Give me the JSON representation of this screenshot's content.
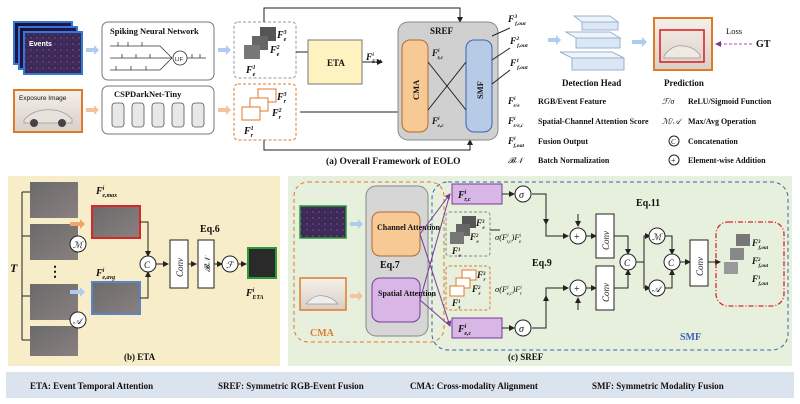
{
  "top": {
    "events_label": "Events",
    "exposure_label": "Exposure Image",
    "snn_title": "Spiking Neural Network",
    "snn_node": "LIF",
    "csp_title": "CSPDarkNet-Tiny",
    "eta_box": "ETA",
    "sref_title": "SREF",
    "cma_box": "CMA",
    "smf_box": "SMF",
    "f_e3": "F",
    "f_e3_sup": "3",
    "f_e3_sub": "e",
    "f_e2": "F",
    "f_e2_sup": "2",
    "f_e2_sub": "e",
    "f_e1": "F",
    "f_e1_sup": "1",
    "f_e1_sub": "e",
    "f_r3": "F",
    "f_r3_sup": "3",
    "f_r3_sub": "r",
    "f_r2": "F",
    "f_r2_sup": "2",
    "f_r2_sub": "r",
    "f_r1": "F",
    "f_r1_sup": "1",
    "f_r1_sub": "r",
    "f_eta": "F",
    "f_eta_sup": "i",
    "f_eta_sub": "ETA",
    "f_rc": "F",
    "f_rc_sup": "i",
    "f_rc_sub": "r,c",
    "f_ec": "F",
    "f_ec_sup": "i",
    "f_ec_sub": "e,c",
    "out3": "F",
    "out3_sup": "3",
    "out3_sub": "f,out",
    "out2": "F",
    "out2_sup": "2",
    "out2_sub": "f,out",
    "out1": "F",
    "out1_sup": "1",
    "out1_sub": "f,out",
    "detection_head": "Detection Head",
    "prediction": "Prediction",
    "loss": "Loss",
    "gt": "GT",
    "caption_a": "(a) Overall Framework of EOLO"
  },
  "legend": {
    "l1_sym": "F",
    "l1_sup": "i",
    "l1_sub": "r/e",
    "l1_text": "RGB/Event Feature",
    "l2_sym": "F",
    "l2_sup": "i",
    "l2_sub": "r/e,c",
    "l2_text": "Spatial-Channel Attention Score",
    "l3_sym": "F",
    "l3_sup": "i",
    "l3_sub": "f,out",
    "l3_text": "Fusion Output",
    "l4_sym": "𝓑𝒩",
    "l4_text": "Batch Normalization",
    "r1_sym": "ℱ/σ",
    "r1_text": "ReLU/Sigmoid Function",
    "r2_sym": "ℳ/𝒜",
    "r2_text": "Max/Avg Operation",
    "r3_sym": "C",
    "r3_text": "Concatenation",
    "r4_sym": "+",
    "r4_text": "Element-wise Addition"
  },
  "eta": {
    "tau": "T",
    "dots": "⋮",
    "f_max": "F",
    "f_max_sup": "i",
    "f_max_sub": "e,max",
    "f_avg": "F",
    "f_avg_sup": "i",
    "f_avg_sub": "e,avg",
    "m_sym": "ℳ",
    "a_sym": "𝒜",
    "c_sym": "C",
    "conv": "Conv",
    "bn": "𝓑𝒩",
    "relu": "ℱ",
    "eq6": "Eq.6",
    "f_eta": "F",
    "f_eta_sup": "i",
    "f_eta_sub": "ETA",
    "caption": "(b) ETA"
  },
  "sref": {
    "channel_attention": "Channel Attention",
    "spatial_attention": "Spatial Attention",
    "eq7": "Eq.7",
    "eq9": "Eq.9",
    "eq11": "Eq.11",
    "cma_label": "CMA",
    "smf_label": "SMF",
    "f_rc": "F",
    "f_rc_sup": "i",
    "f_rc_sub": "r,c",
    "f_ec": "F",
    "f_ec_sup": "i",
    "f_ec_sub": "e,c",
    "sigma": "σ",
    "e_expr": "σ(F",
    "e_expr_sup": "i",
    "e_expr_sub": "r,c",
    "e_expr_tail": ")F",
    "e_expr_tail_sup": "i",
    "e_expr_tail_sub": "e",
    "r_expr": "σ(F",
    "r_expr_sup": "i",
    "r_expr_sub": "e,c",
    "r_expr_tail": ")F",
    "r_expr_tail_sup": "i",
    "r_expr_tail_sub": "r",
    "conv": "Conv",
    "c_sym": "C",
    "m_sym": "ℳ",
    "a_sym": "𝒜",
    "fe3": "F",
    "fe3_sup": "3",
    "fe3_sub": "e",
    "fe2": "F",
    "fe2_sup": "2",
    "fe2_sub": "e",
    "fe1": "F",
    "fe1_sup": "1",
    "fe1_sub": "e",
    "fr3": "F",
    "fr3_sup": "3",
    "fr3_sub": "r",
    "fr2": "F",
    "fr2_sup": "2",
    "fr2_sub": "r",
    "fr1": "F",
    "fr1_sup": "1",
    "fr1_sub": "r",
    "o3": "F",
    "o3_sup": "3",
    "o3_sub": "f,out",
    "o2": "F",
    "o2_sup": "2",
    "o2_sub": "f,out",
    "o1": "F",
    "o1_sup": "1",
    "o1_sub": "f,out",
    "caption": "(c) SREF"
  },
  "footer": {
    "items": [
      "ETA: Event Temporal Attention",
      "SREF: Symmetric RGB-Event Fusion",
      "CMA: Cross-modality Alignment",
      "SMF: Symmetric Modality Fusion"
    ]
  },
  "colors": {
    "eta_bg": "#f7edc8",
    "sref_bg": "#e6f0dc",
    "footer_bg": "#dbe3ef",
    "eta_box": "#fdf2c0",
    "cma_box": "#f7c995",
    "smf_box": "#b7cbe6",
    "sref_outer": "#d0d0d0",
    "purple": "#d8b6e6",
    "red": "#d9262b",
    "blue": "#3c62b5",
    "orange": "#e07a2b",
    "green": "#2a9a3a"
  }
}
